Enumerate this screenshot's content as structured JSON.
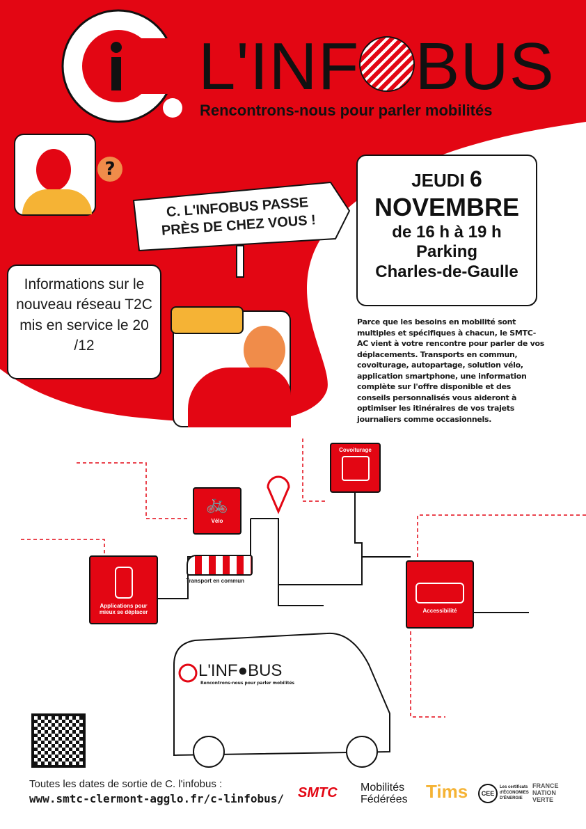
{
  "header": {
    "title_prefix": "L'INF",
    "title_suffix": "BUS",
    "logo_letter": "i",
    "subtitle": "Rencontrons-nous pour parler mobilités"
  },
  "sign": {
    "line1": "C. L'INFOBUS PASSE",
    "line2": "PRÈS DE CHEZ VOUS !"
  },
  "event": {
    "day": "JEUDI",
    "day_number": "6",
    "month": "NOVEMBRE",
    "hours": "de 16 h à 19 h",
    "place1": "Parking",
    "place2": "Charles-de-Gaulle"
  },
  "info_box": {
    "text": "Informations sur le nouveau réseau T2C mis en service le 20 /12"
  },
  "paragraph": "Parce que les besoins en mobilité sont multiples et spécifiques à chacun, le SMTC-AC vient à votre rencontre pour parler de vos déplacements. Transports en commun, covoiturage, autopartage, solution vélo, application smartphone, une information complète sur l'offre disponible et des conseils personnalisés vous aideront à optimiser les itinéraires de vos trajets journaliers comme occasionnels.",
  "services": {
    "covoiturage": "Covoiturage",
    "velo": "Vélo",
    "transport": "Transport en commun",
    "applications": "Applications pour mieux se déplacer",
    "accessibilite": "Accessibilité"
  },
  "van": {
    "title": "L'INF●BUS",
    "subtitle": "Rencontrons-nous pour parler mobilités"
  },
  "footer": {
    "line1": "Toutes les dates de sortie de C. l'infobus :",
    "url": "www.smtc-clermont-agglo.fr/c-linfobus/"
  },
  "partners": {
    "smtc": "SMTC",
    "mobilites1": "Mobilités",
    "mobilites2": "Fédérées",
    "tims": "Tims",
    "cee": "CEE",
    "cee_text": "Les certificats d'ÉCONOMIES D'ÉNERGIE",
    "france": "FRANCE NATION VERTE"
  },
  "colors": {
    "brand_red": "#e30613",
    "orange": "#f08c4a",
    "yellow": "#f5b335"
  }
}
